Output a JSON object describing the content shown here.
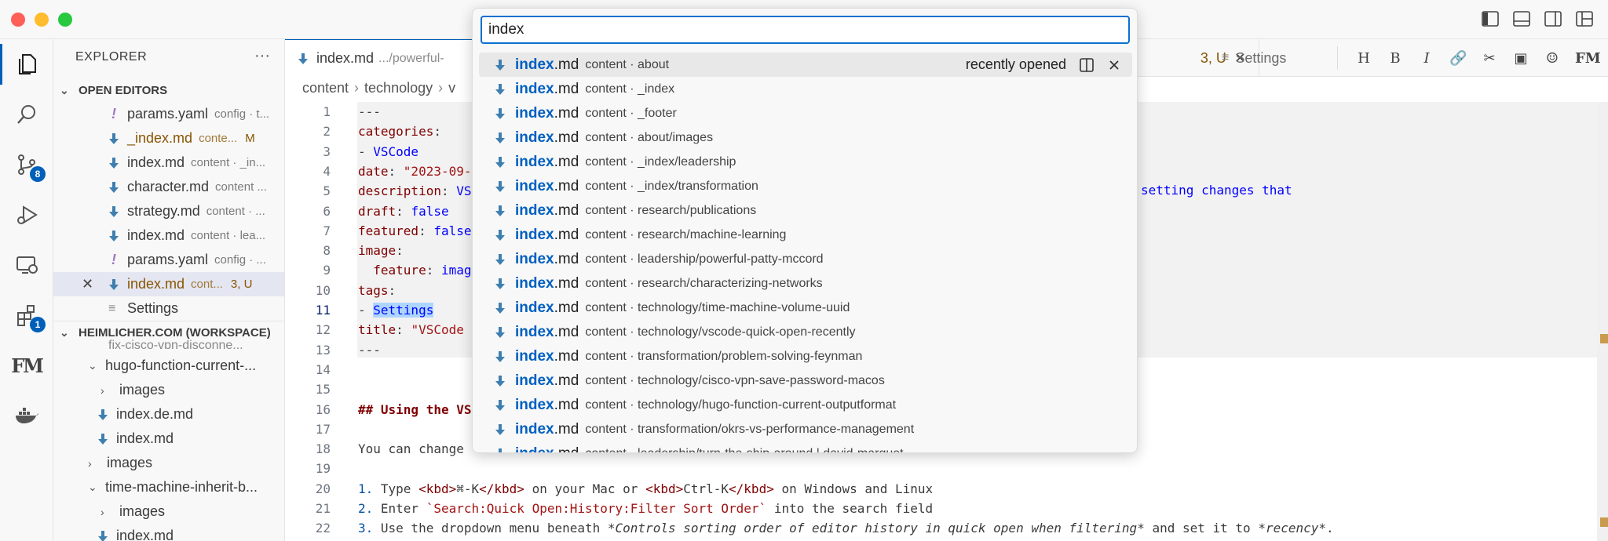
{
  "window": {
    "title": ""
  },
  "activity_bar": {
    "items": [
      {
        "name": "explorer",
        "icon": "files-icon"
      },
      {
        "name": "search",
        "icon": "search-icon"
      },
      {
        "name": "source-control",
        "icon": "source-control-icon",
        "badge": "8"
      },
      {
        "name": "run-debug",
        "icon": "debug-icon"
      },
      {
        "name": "remote",
        "icon": "remote-explorer-icon"
      },
      {
        "name": "extensions",
        "icon": "extensions-icon",
        "badge": "1"
      },
      {
        "name": "front-matter",
        "icon": "fm-icon",
        "label": "FM"
      },
      {
        "name": "docker",
        "icon": "docker-icon"
      }
    ]
  },
  "sidebar": {
    "title": "EXPLORER",
    "more": "···",
    "open_editors": {
      "header": "OPEN EDITORS",
      "items": [
        {
          "name": "params.yaml",
          "desc": "config · t...",
          "type": "yaml"
        },
        {
          "name": "_index.md",
          "desc": "conte...",
          "status": "M",
          "type": "md",
          "modified": true
        },
        {
          "name": "index.md",
          "desc": "content · _in...",
          "type": "md"
        },
        {
          "name": "character.md",
          "desc": "content ...",
          "type": "md"
        },
        {
          "name": "strategy.md",
          "desc": "content · ...",
          "type": "md"
        },
        {
          "name": "index.md",
          "desc": "content · lea...",
          "type": "md"
        },
        {
          "name": "params.yaml",
          "desc": "config · ...",
          "type": "yaml"
        },
        {
          "name": "index.md",
          "desc": "cont...",
          "status": "3, U",
          "type": "md",
          "modified": true,
          "selected": true,
          "close": "✕"
        },
        {
          "name": "Settings",
          "desc": "",
          "type": "settings"
        }
      ]
    },
    "workspace": {
      "header": "HEIMLICHER.COM (WORKSPACE)",
      "partial_top": "fix-cisco-vpn-disconne...",
      "items": [
        {
          "name": "hugo-function-current-...",
          "kind": "folder-open",
          "indent": 1
        },
        {
          "name": "images",
          "kind": "folder",
          "indent": 2
        },
        {
          "name": "index.de.md",
          "kind": "md",
          "indent": 2
        },
        {
          "name": "index.md",
          "kind": "md",
          "indent": 2
        },
        {
          "name": "images",
          "kind": "folder",
          "indent": 1
        },
        {
          "name": "time-machine-inherit-b...",
          "kind": "folder-open",
          "indent": 1
        },
        {
          "name": "images",
          "kind": "folder",
          "indent": 2
        },
        {
          "name": "index.md",
          "kind": "md",
          "indent": 2
        }
      ]
    }
  },
  "tabs": [
    {
      "label": "index.md",
      "desc": ".../powerful-",
      "active": true
    },
    {
      "label": "3, U",
      "close": "✕"
    },
    {
      "label": "Settings"
    }
  ],
  "toolbar": {
    "items": [
      "H",
      "B",
      "I",
      "🔗",
      "✂",
      "▣",
      "☺",
      "FM"
    ]
  },
  "breadcrumb": [
    "content",
    "technology",
    "v"
  ],
  "editor": {
    "lines": [
      {
        "n": "1",
        "parts": [
          [
            "---",
            ""
          ]
        ]
      },
      {
        "n": "2",
        "parts": [
          [
            "categories",
            "k"
          ],
          [
            ":",
            ""
          ]
        ]
      },
      {
        "n": "3",
        "parts": [
          [
            "- ",
            ""
          ],
          [
            "VSCode",
            "b"
          ]
        ]
      },
      {
        "n": "4",
        "parts": [
          [
            "date",
            "k"
          ],
          [
            ": ",
            ""
          ],
          [
            "\"2023-09-",
            "s"
          ]
        ]
      },
      {
        "n": "5",
        "parts": [
          [
            "description",
            "k"
          ],
          [
            ": ",
            ""
          ],
          [
            "VS",
            "b"
          ]
        ]
      },
      {
        "n": "6",
        "parts": [
          [
            "draft",
            "k"
          ],
          [
            ": ",
            ""
          ],
          [
            "false",
            "b"
          ]
        ]
      },
      {
        "n": "7",
        "parts": [
          [
            "featured",
            "k"
          ],
          [
            ": ",
            ""
          ],
          [
            "false",
            "b"
          ]
        ]
      },
      {
        "n": "8",
        "parts": [
          [
            "image",
            "k"
          ],
          [
            ":",
            ""
          ]
        ]
      },
      {
        "n": "9",
        "parts": [
          [
            "  ",
            ""
          ],
          [
            "feature",
            "k"
          ],
          [
            ": ",
            ""
          ],
          [
            "imag",
            "b"
          ]
        ]
      },
      {
        "n": "10",
        "parts": [
          [
            "tags",
            "k"
          ],
          [
            ":",
            ""
          ]
        ]
      },
      {
        "n": "11",
        "parts": [
          [
            "- ",
            ""
          ],
          [
            "Settings",
            "b sel-word"
          ]
        ]
      },
      {
        "n": "12",
        "parts": [
          [
            "title",
            "k"
          ],
          [
            ": ",
            ""
          ],
          [
            "\"VSCode",
            "s"
          ]
        ]
      },
      {
        "n": "13",
        "parts": [
          [
            "---",
            ""
          ]
        ]
      },
      {
        "n": "14",
        "parts": []
      },
      {
        "n": "15",
        "parts": []
      },
      {
        "n": "16",
        "parts": [
          [
            "## Using the VS",
            "hd"
          ]
        ]
      },
      {
        "n": "17",
        "parts": []
      },
      {
        "n": "18",
        "parts": [
          [
            "You can change",
            ""
          ]
        ]
      },
      {
        "n": "19",
        "parts": []
      },
      {
        "n": "20",
        "parts": [
          [
            "1.",
            "num"
          ],
          [
            " Type ",
            ""
          ],
          [
            "<kbd>",
            "k"
          ],
          [
            "⌘-K",
            ""
          ],
          [
            "</kbd>",
            "k"
          ],
          [
            " on your Mac or ",
            ""
          ],
          [
            "<kbd>",
            "k"
          ],
          [
            "Ctrl-K",
            ""
          ],
          [
            "</kbd>",
            "k"
          ],
          [
            " on Windows and Linux",
            ""
          ]
        ]
      },
      {
        "n": "21",
        "parts": [
          [
            "2.",
            "num"
          ],
          [
            " Enter ",
            ""
          ],
          [
            "`Search:Quick Open:History:Filter Sort Order`",
            "s"
          ],
          [
            " into the search field",
            ""
          ]
        ]
      },
      {
        "n": "22",
        "parts": [
          [
            "3.",
            "num"
          ],
          [
            " Use the dropdown menu beneath ",
            ""
          ],
          [
            "*Controls sorting order of editor history in quick open when filtering*",
            "it"
          ],
          [
            " and set it to ",
            ""
          ],
          [
            "*recency*",
            "it"
          ],
          [
            ".",
            ""
          ]
        ]
      }
    ],
    "line5_tail": "setting changes that",
    "current_line": "11"
  },
  "quick_open": {
    "query": "index",
    "recently_opened": "recently opened",
    "items": [
      {
        "match": "index",
        "rest": ".md",
        "path": "content · about"
      },
      {
        "match": "index",
        "rest": ".md",
        "path": "content · _index"
      },
      {
        "match": "index",
        "rest": ".md",
        "path": "content · _footer"
      },
      {
        "match": "index",
        "rest": ".md",
        "path": "content · about/images"
      },
      {
        "match": "index",
        "rest": ".md",
        "path": "content · _index/leadership"
      },
      {
        "match": "index",
        "rest": ".md",
        "path": "content · _index/transformation"
      },
      {
        "match": "index",
        "rest": ".md",
        "path": "content · research/publications"
      },
      {
        "match": "index",
        "rest": ".md",
        "path": "content · research/machine-learning"
      },
      {
        "match": "index",
        "rest": ".md",
        "path": "content · leadership/powerful-patty-mccord"
      },
      {
        "match": "index",
        "rest": ".md",
        "path": "content · research/characterizing-networks"
      },
      {
        "match": "index",
        "rest": ".md",
        "path": "content · technology/time-machine-volume-uuid"
      },
      {
        "match": "index",
        "rest": ".md",
        "path": "content · technology/vscode-quick-open-recently"
      },
      {
        "match": "index",
        "rest": ".md",
        "path": "content · transformation/problem-solving-feynman"
      },
      {
        "match": "index",
        "rest": ".md",
        "path": "content · technology/cisco-vpn-save-password-macos"
      },
      {
        "match": "index",
        "rest": ".md",
        "path": "content · technology/hugo-function-current-outputformat"
      },
      {
        "match": "index",
        "rest": ".md",
        "path": "content · transformation/okrs-vs-performance-management"
      },
      {
        "match": "index",
        "rest": ".md",
        "path": "content · leadership/turn-the-ship-around | david-marquet"
      }
    ]
  },
  "colors": {
    "accent": "#005fb8",
    "match": "#0060c0",
    "md_icon": "#3f7fb0",
    "modified": "#895503"
  }
}
